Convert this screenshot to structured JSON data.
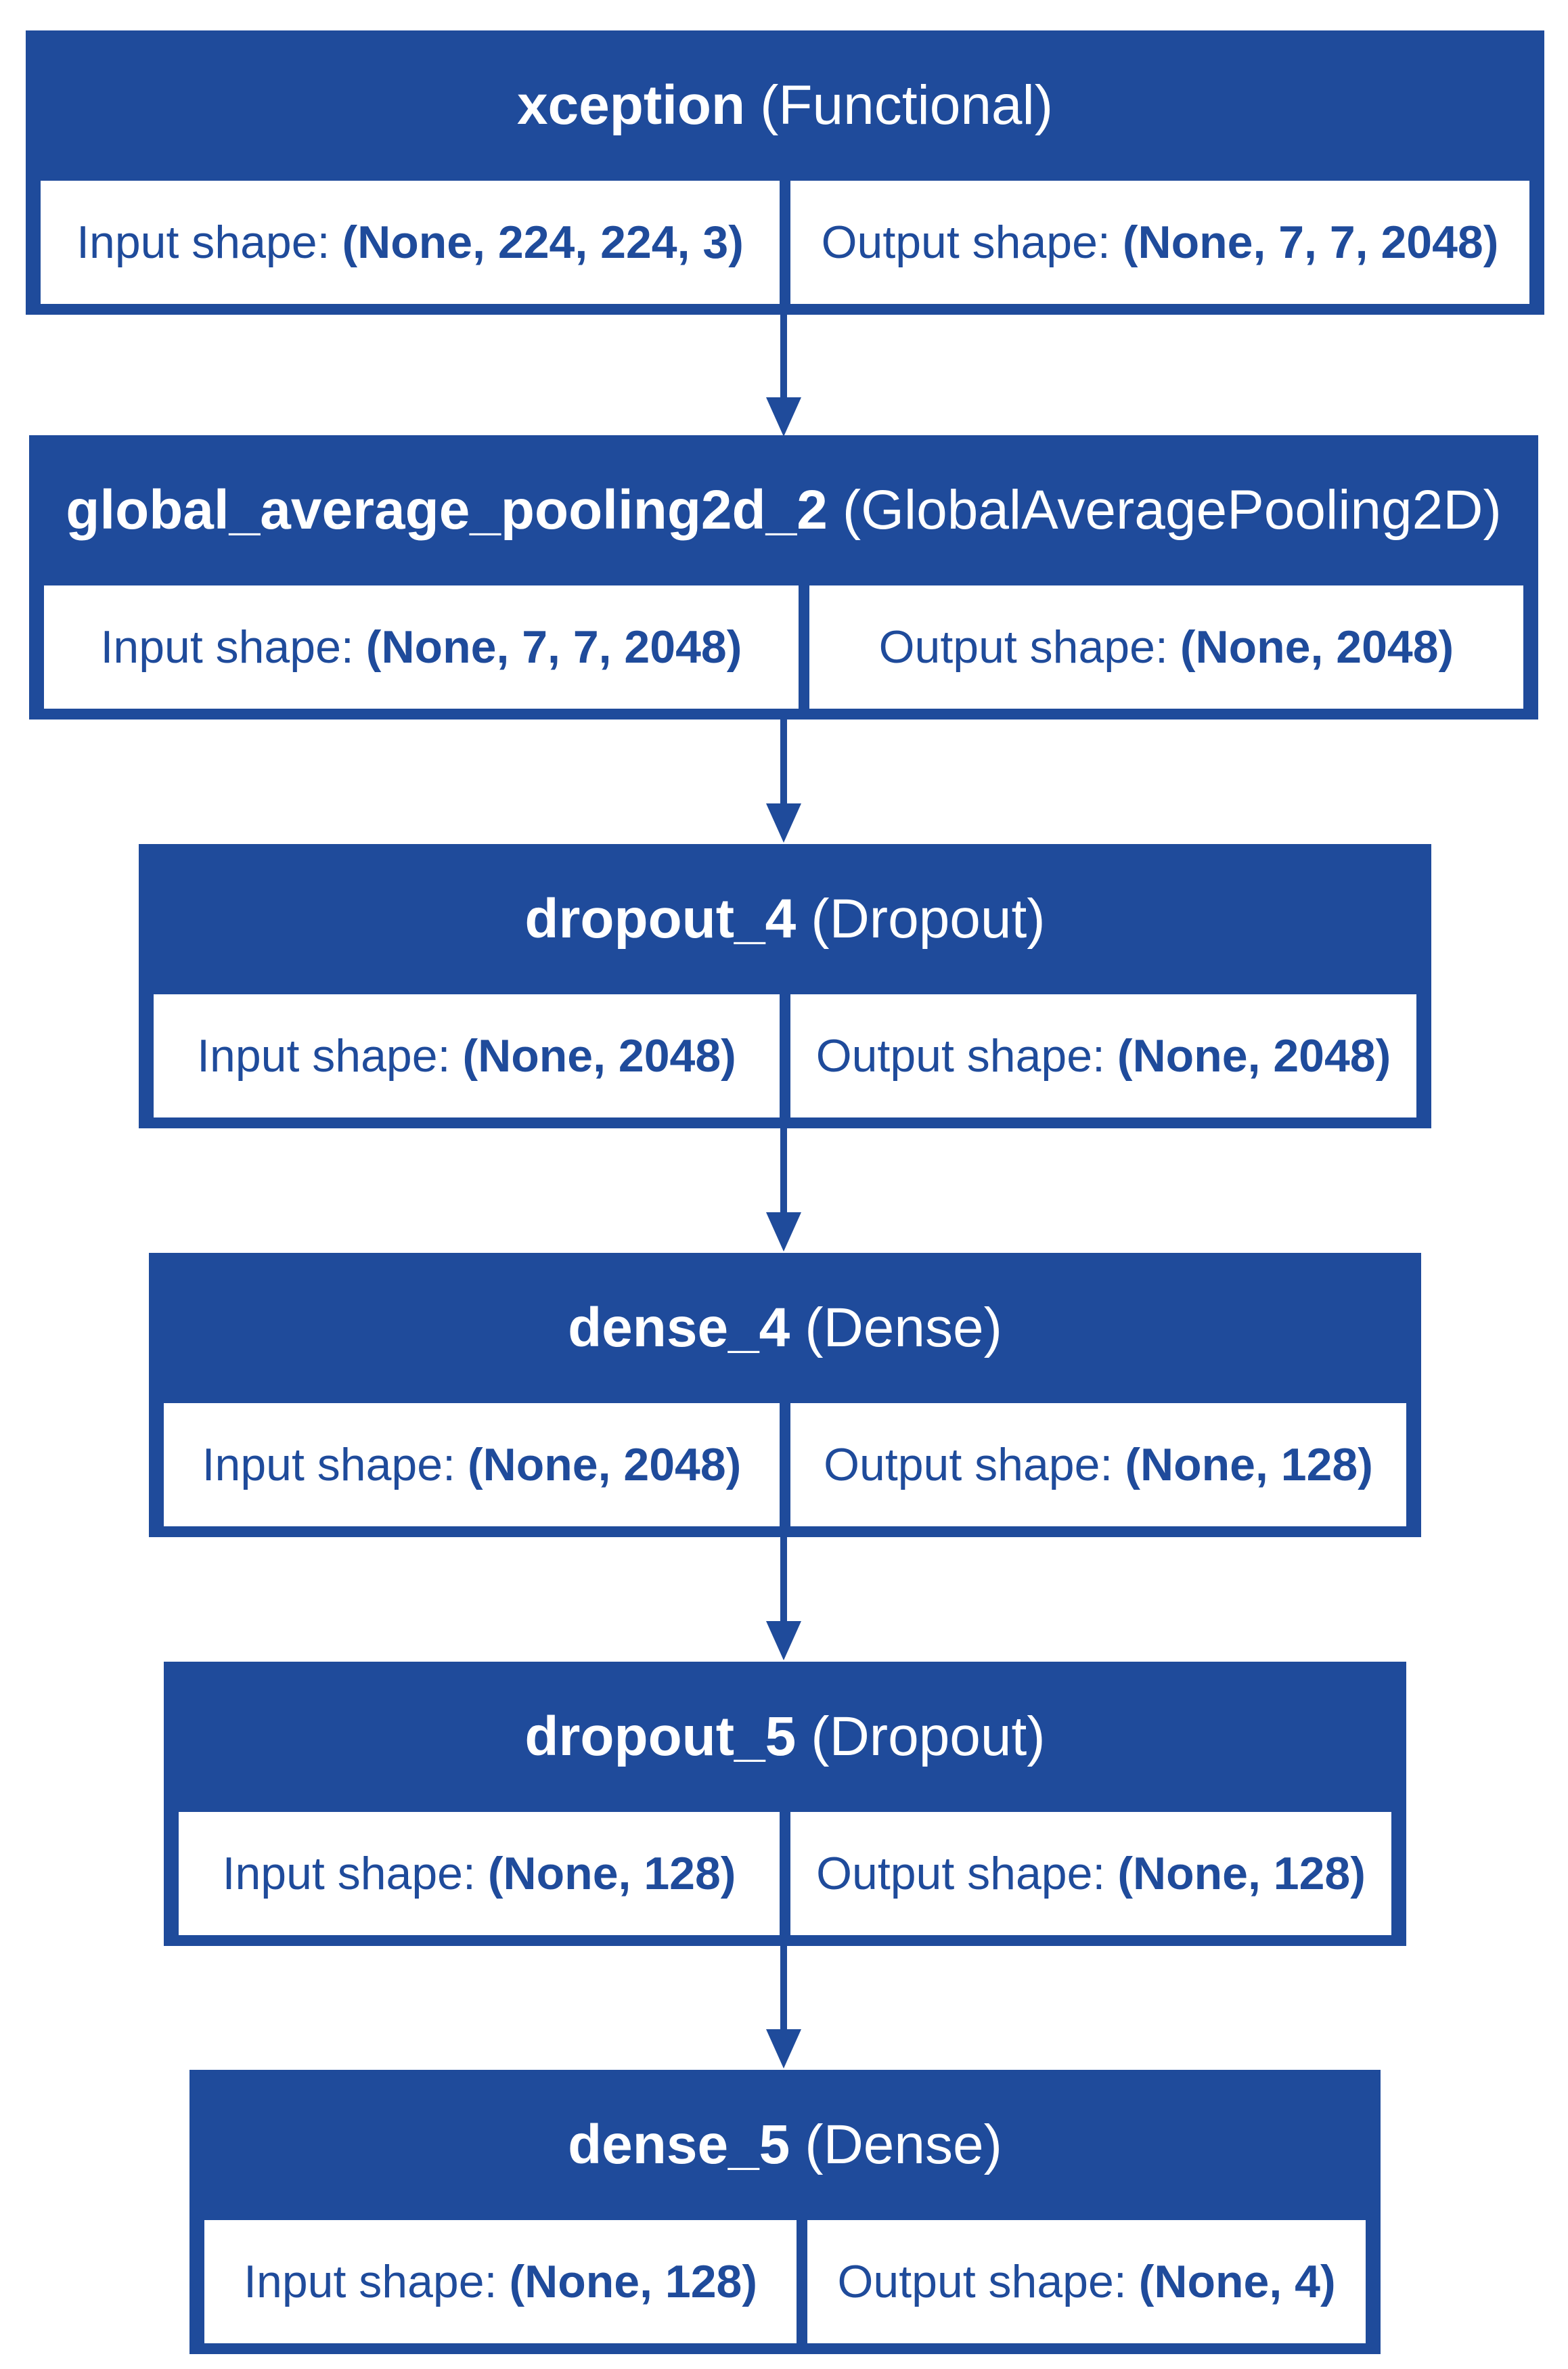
{
  "diagram": {
    "colors": {
      "accent": "#1f4b9b",
      "header_text": "#ffffff",
      "cell_background": "#ffffff"
    },
    "layers": [
      {
        "name": "xception",
        "type": "(Functional)",
        "input_label": "Input shape:",
        "input_value": "(None, 224, 224, 3)",
        "output_label": "Output shape:",
        "output_value": "(None, 7, 7, 2048)"
      },
      {
        "name": "global_average_pooling2d_2",
        "type": "(GlobalAveragePooling2D)",
        "input_label": "Input shape:",
        "input_value": "(None, 7, 7, 2048)",
        "output_label": "Output shape:",
        "output_value": "(None, 2048)"
      },
      {
        "name": "dropout_4",
        "type": "(Dropout)",
        "input_label": "Input shape:",
        "input_value": "(None, 2048)",
        "output_label": "Output shape:",
        "output_value": "(None, 2048)"
      },
      {
        "name": "dense_4",
        "type": "(Dense)",
        "input_label": "Input shape:",
        "input_value": "(None, 2048)",
        "output_label": "Output shape:",
        "output_value": "(None, 128)"
      },
      {
        "name": "dropout_5",
        "type": "(Dropout)",
        "input_label": "Input shape:",
        "input_value": "(None, 128)",
        "output_label": "Output shape:",
        "output_value": "(None, 128)"
      },
      {
        "name": "dense_5",
        "type": "(Dense)",
        "input_label": "Input shape:",
        "input_value": "(None, 128)",
        "output_label": "Output shape:",
        "output_value": "(None, 4)"
      }
    ]
  }
}
